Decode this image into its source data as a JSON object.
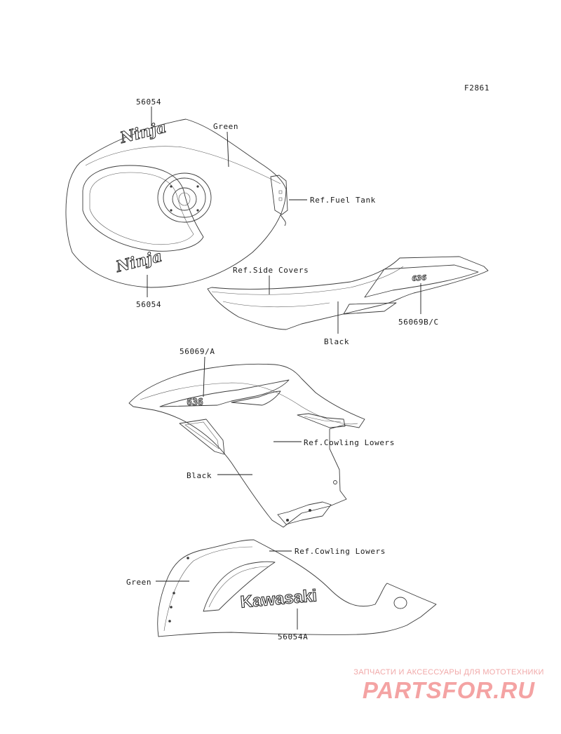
{
  "figure_code": "F2861",
  "parts": {
    "tank_emblem_top": "56054",
    "tank_emblem_bottom": "56054",
    "side_cover_stripe": "56069B/C",
    "cowl_upper_stripe": "56069/A",
    "cowl_lower_emblem": "56054A"
  },
  "labels": {
    "tank_color": "Green",
    "fuel_tank_ref": "Ref.Fuel Tank",
    "side_covers_ref": "Ref.Side Covers",
    "side_cover_color": "Black",
    "cowling_lowers_ref_1": "Ref.Cowling Lowers",
    "cowling_upper_color": "Black",
    "cowling_lowers_ref_2": "Ref.Cowling Lowers",
    "cowl_lower_color": "Green"
  },
  "decals": {
    "ninja_script": "Ninja",
    "model_badge": "636",
    "kawasaki": "Kawasaki"
  },
  "watermark": {
    "tagline": "ЗАПЧАСТИ И АКСЕССУАРЫ ДЛЯ МОТОТЕХНИКИ",
    "brand": "PARTSFOR.RU",
    "color": "#f4a3a3"
  }
}
